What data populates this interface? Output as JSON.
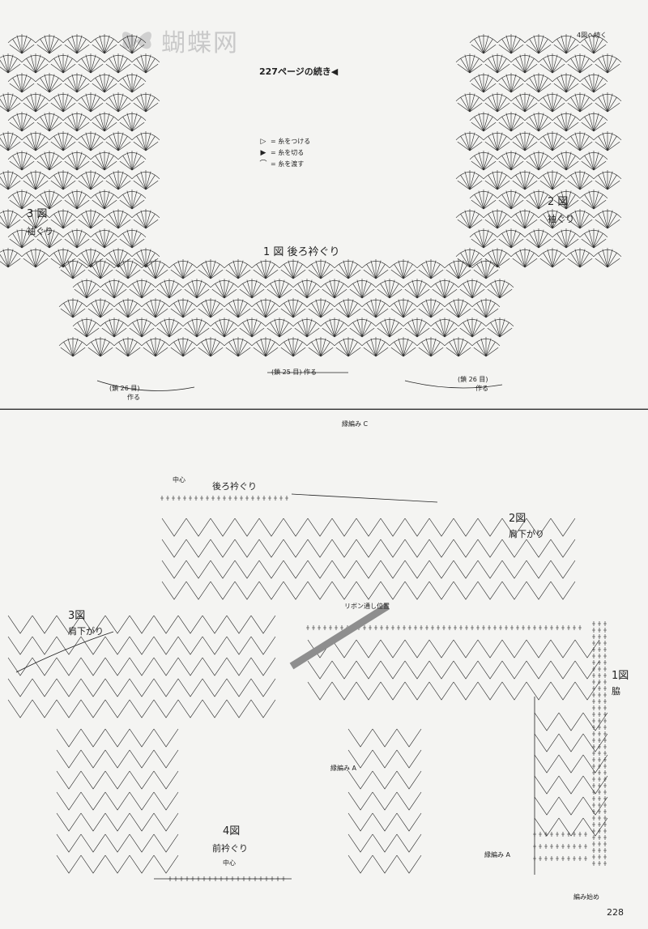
{
  "watermark": "蝴蝶网",
  "continued": "227ページの続き◀",
  "legend": [
    {
      "icon": "join-thread-icon",
      "symbol": "▷",
      "text": "= 糸をつける"
    },
    {
      "icon": "cut-thread-icon",
      "symbol": "▶",
      "text": "= 糸を切る"
    },
    {
      "icon": "pass-thread-icon",
      "symbol": "⌒",
      "text": "= 糸を渡す"
    }
  ],
  "top": {
    "fig1": "1 図 後ろ衿ぐり",
    "fig2_num": "2 図",
    "fig2_name": "袖ぐり",
    "fig3_num": "3 図",
    "fig3_name": "袖ぐり",
    "to_fig4": "4図へ続く",
    "chain_left": "(鎖 26 目)",
    "make_left": "作る",
    "chain_mid": "(鎖 25 目) 作る",
    "chain_right": "(鎖 26 目)",
    "make_right": "作る"
  },
  "bottom": {
    "back_neck": "後ろ衿ぐり",
    "center_top": "中心",
    "edge_c": "縁編み C",
    "fig2_num": "2図",
    "fig2_name": "肩下がり",
    "fig3_num": "3図",
    "fig3_name": "肩下がり",
    "ribbon": "リボン通し位置",
    "fig1_num": "1図",
    "fig1_name": "脇",
    "fig4_num": "4図",
    "fig4_name": "前衿ぐり",
    "center_bottom": "中心",
    "edge_a1": "縁編み A",
    "edge_a2": "縁編み A",
    "start": "編み始め"
  },
  "page_number": "228",
  "colors": {
    "ink": "#222222",
    "paper": "#f4f4f2",
    "ribbon": "#8e8e8e",
    "watermark": "#c9c9c9"
  }
}
